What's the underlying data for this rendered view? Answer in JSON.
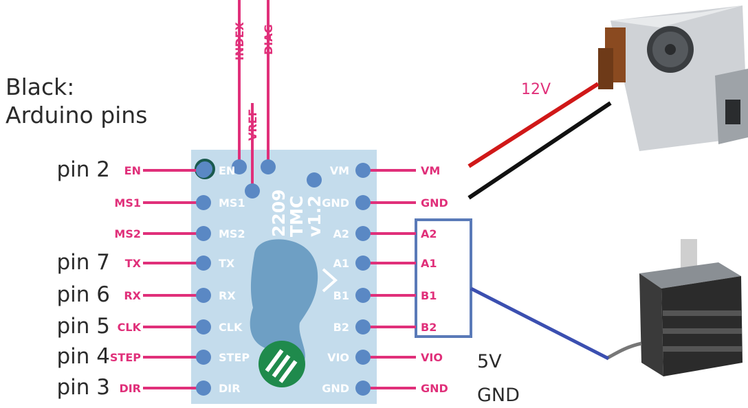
{
  "legend": {
    "line1": "Black:",
    "line2": "Arduino pins"
  },
  "chip": {
    "line1": "TMC",
    "line2": "2209",
    "line3": "v1.2"
  },
  "top_labels": [
    "INDEX",
    "DIAG",
    "VREF"
  ],
  "left_rows": [
    {
      "arduino": "pin 2",
      "wire": "EN",
      "pin": "EN"
    },
    {
      "arduino": "",
      "wire": "MS1",
      "pin": "MS1"
    },
    {
      "arduino": "",
      "wire": "MS2",
      "pin": "MS2"
    },
    {
      "arduino": "pin 7",
      "wire": "TX",
      "pin": "TX"
    },
    {
      "arduino": "pin 6",
      "wire": "RX",
      "pin": "RX"
    },
    {
      "arduino": "pin 5",
      "wire": "CLK",
      "pin": "CLK"
    },
    {
      "arduino": "pin 4",
      "wire": "STEP",
      "pin": "STEP"
    },
    {
      "arduino": "pin 3",
      "wire": "DIR",
      "pin": "DIR"
    }
  ],
  "right_rows": [
    {
      "pin": "VM",
      "wire": "VM"
    },
    {
      "pin": "GND",
      "wire": "GND"
    },
    {
      "pin": "A2",
      "wire": "A2"
    },
    {
      "pin": "A1",
      "wire": "A1"
    },
    {
      "pin": "B1",
      "wire": "B1"
    },
    {
      "pin": "B2",
      "wire": "B2"
    },
    {
      "pin": "VIO",
      "wire": "VIO"
    },
    {
      "pin": "GND",
      "wire": "GND"
    }
  ],
  "side_labels": {
    "vio": "5V",
    "gnd": "GND"
  },
  "power": {
    "label": "12V"
  },
  "colors": {
    "board": "#c4dcec",
    "wire_pink": "#e0307a",
    "pad": "#5a88c4",
    "motor_wire": "#3b4fb0",
    "psu_red": "#d01818",
    "psu_black": "#111111"
  }
}
